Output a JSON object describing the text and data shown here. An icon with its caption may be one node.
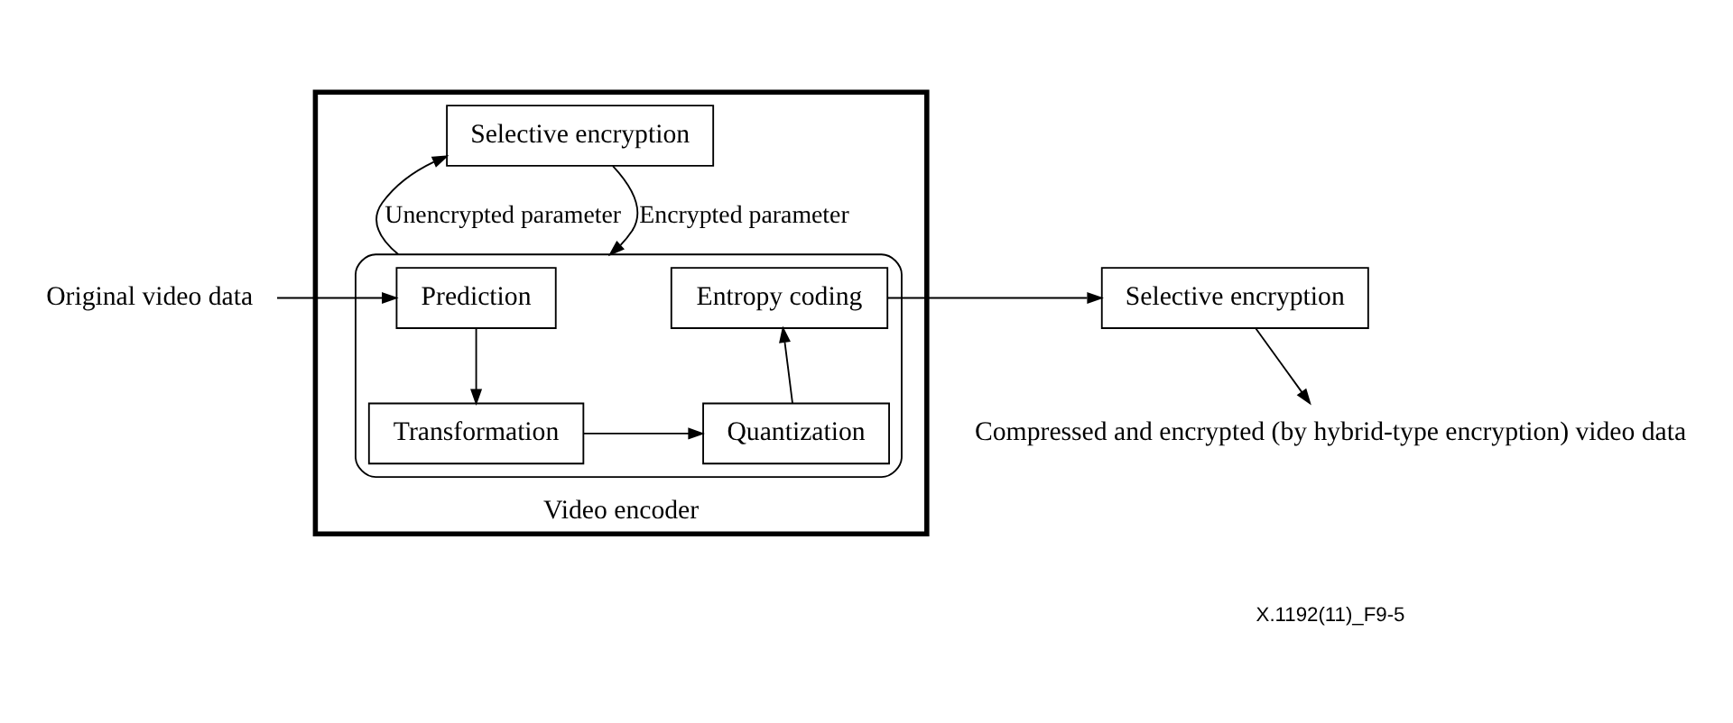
{
  "diagram": {
    "nodes": [
      {
        "text": [
          "Video encoder"
        ]
      },
      {
        "text": [
          "Selective encryption"
        ],
        "in": 0
      },
      {
        "text": [],
        "shape": "box",
        "in": 0
      },
      {
        "text": [
          "Prediction"
        ],
        "in": 2
      },
      {
        "text": [
          "Entropy coding"
        ],
        "in": 2
      },
      {
        "text": [
          "Transformation"
        ],
        "in": 2
      },
      {
        "text": [
          "Quantization"
        ],
        "in": 2
      },
      {
        "text": [
          "Original video data"
        ]
      },
      {
        "text": [
          "Selective encryption"
        ]
      },
      {
        "text": [
          "Compressed and encrypted (by hybrid-type encryption) video data"
        ]
      }
    ],
    "edges": [
      {
        "from": 7,
        "to": 3,
        "arrow": "to"
      },
      {
        "from": 2,
        "to": 1,
        "arrow": "to",
        "label": "Unencrypted parameter"
      },
      {
        "from": 1,
        "to": 2,
        "arrow": "to",
        "label": "Encrypted parameter"
      },
      {
        "from": 3,
        "to": 5,
        "arrow": "to"
      },
      {
        "from": 5,
        "to": 6,
        "arrow": "to"
      },
      {
        "from": 6,
        "to": 4,
        "arrow": "to"
      },
      {
        "from": 4,
        "to": 8,
        "arrow": "to"
      },
      {
        "from": 8,
        "to": 9,
        "arrow": "to"
      }
    ],
    "labels": [
      "X.1192(11)_F9-5"
    ]
  }
}
